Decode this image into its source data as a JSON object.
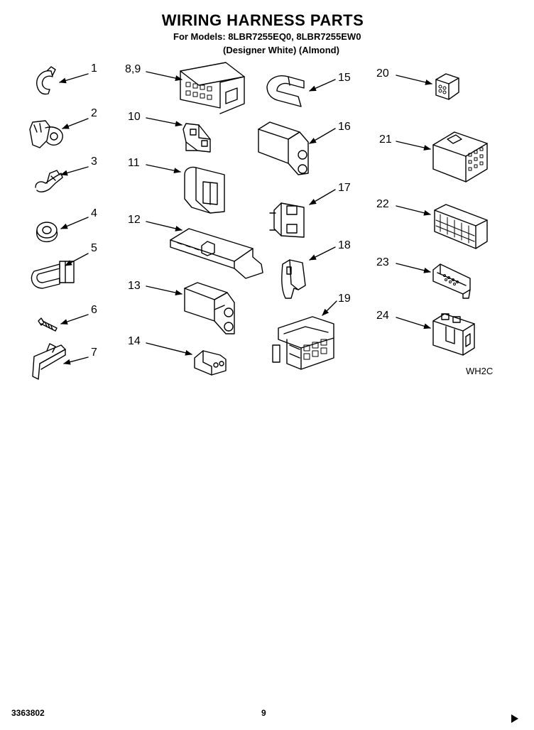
{
  "header": {
    "title": "WIRING HARNESS PARTS",
    "models_line": "For Models: 8LBR7255EQ0, 8LBR7255EW0",
    "variants_line": "(Designer White)   (Almond)"
  },
  "parts": [
    {
      "ref": "1"
    },
    {
      "ref": "2"
    },
    {
      "ref": "3"
    },
    {
      "ref": "4"
    },
    {
      "ref": "5"
    },
    {
      "ref": "6"
    },
    {
      "ref": "7"
    },
    {
      "ref": "8,9"
    },
    {
      "ref": "10"
    },
    {
      "ref": "11"
    },
    {
      "ref": "12"
    },
    {
      "ref": "13"
    },
    {
      "ref": "14"
    },
    {
      "ref": "15"
    },
    {
      "ref": "16"
    },
    {
      "ref": "17"
    },
    {
      "ref": "18"
    },
    {
      "ref": "19"
    },
    {
      "ref": "20"
    },
    {
      "ref": "21"
    },
    {
      "ref": "22"
    },
    {
      "ref": "23"
    },
    {
      "ref": "24"
    }
  ],
  "figure_code": "WH2C",
  "footer": {
    "doc_number": "3363802",
    "page": "9"
  }
}
